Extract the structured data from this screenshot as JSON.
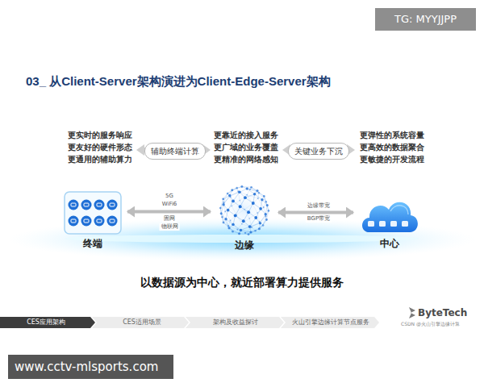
{
  "diagram": {
    "title": "03_ 从Client-Server架构演进为Client-Edge-Server架构",
    "caption": "以数据源为中心，就近部署算力提供服务",
    "nodes": [
      {
        "text": [
          "辅助终端计算"
        ]
      },
      {
        "text": [
          "关键业务下沉"
        ]
      },
      {
        "text": [
          "终端"
        ]
      },
      {
        "text": [
          "边缘"
        ]
      },
      {
        "text": [
          "中心"
        ]
      }
    ],
    "edges": [
      {
        "from": 2,
        "to": 3,
        "arrow": "both"
      },
      {
        "from": 3,
        "to": 4,
        "arrow": "both"
      }
    ],
    "labels": [
      "TG: MYYJJPP",
      "更实时的服务响应",
      "更友好的硬件形态",
      "更通用的辅助算力",
      "更靠近的接入服务",
      "更广域的业务覆盖",
      "更精准的网络感知",
      "更弹性的系统容量",
      "更高效的数据聚合",
      "更敏捷的开发流程",
      "5G",
      "WiFi6",
      "固网",
      "物联网",
      "边缘带宽",
      "BGP带宽",
      "CES应用架构",
      "CES适用场景",
      "架构及收益探讨",
      "火山引擎边缘计算节点服务",
      "ByteTech",
      "CSDN @火山引擎边缘计算",
      "www.cctv-mlsports.com"
    ]
  }
}
